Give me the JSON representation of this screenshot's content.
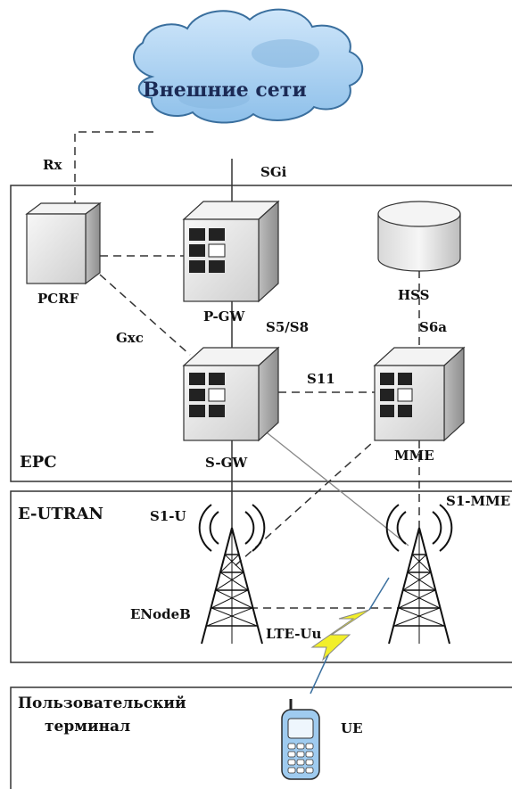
{
  "cloud": {
    "label": "Внешние сети"
  },
  "sections": {
    "epc": "EPC",
    "eutran": "E-UTRAN",
    "terminal_line1": "Пользовательский",
    "terminal_line2": "терминал"
  },
  "nodes": {
    "pcrf": "PCRF",
    "pgw": "P-GW",
    "hss": "HSS",
    "sgw": "S-GW",
    "mme": "MME",
    "enodeb": "ENodeB",
    "ue": "UE"
  },
  "interfaces": {
    "rx": "Rx",
    "sgi": "SGi",
    "gxc": "Gxc",
    "s5s8": "S5/S8",
    "s6a": "S6a",
    "s11": "S11",
    "s1u": "S1-U",
    "s1mme": "S1-MME",
    "lteuu": "LTE-Uu"
  },
  "colors": {
    "cloud_fill": "#9fcbef",
    "cloud_stroke": "#3a6f9e",
    "cloud_text": "#1b2a55",
    "box_fill": "#e9e9e9",
    "lightning": "#f2ef2a"
  }
}
